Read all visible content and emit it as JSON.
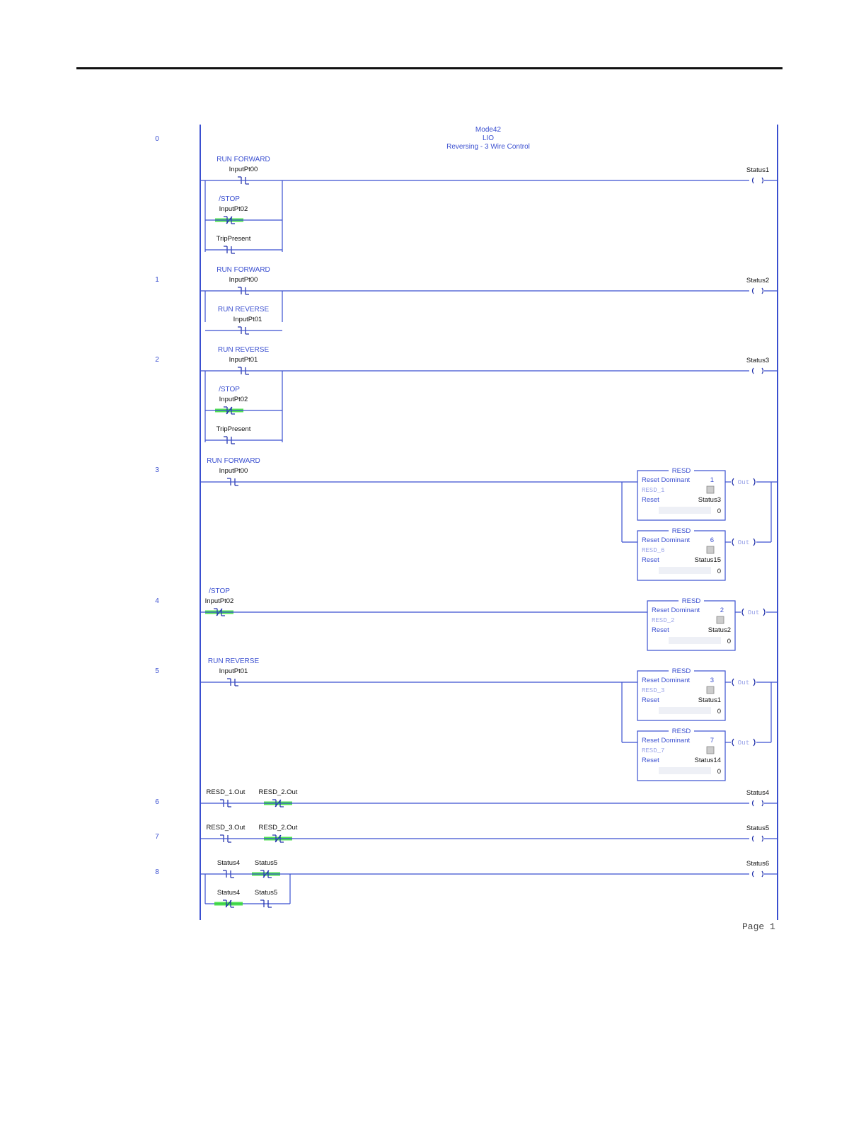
{
  "diagram": {
    "title_lines": [
      "Mode42",
      "LIO",
      "Reversing - 3 Wire Control"
    ],
    "page_label": "Page 1",
    "highlight_color": "#33dd33",
    "wire_color": "#3a4fd0",
    "rungs": [
      {
        "number": "0",
        "main_contact": {
          "desc": "RUN FORWARD",
          "tag": "InputPt00",
          "type": "XIC"
        },
        "branch_contacts": [
          {
            "desc": "/STOP",
            "tag": "InputPt02",
            "type": "XIO",
            "highlighted": true
          },
          {
            "desc": "",
            "tag": "TripPresent",
            "type": "XIC"
          }
        ],
        "coil": "Status1"
      },
      {
        "number": "1",
        "main_contact": {
          "desc": "RUN FORWARD",
          "tag": "InputPt00",
          "type": "XIC"
        },
        "branch_contacts": [
          {
            "desc": "RUN REVERSE",
            "tag": "InputPt01",
            "type": "XIC"
          }
        ],
        "coil": "Status2"
      },
      {
        "number": "2",
        "main_contact": {
          "desc": "RUN REVERSE",
          "tag": "InputPt01",
          "type": "XIC"
        },
        "branch_contacts": [
          {
            "desc": "/STOP",
            "tag": "InputPt02",
            "type": "XIO",
            "highlighted": true
          },
          {
            "desc": "",
            "tag": "TripPresent",
            "type": "XIC"
          }
        ],
        "coil": "Status3"
      },
      {
        "number": "3",
        "main_contact": {
          "desc": "RUN FORWARD",
          "tag": "InputPt00",
          "type": "XIC"
        },
        "blocks": [
          {
            "name": "RESD",
            "label": "Reset Dominant",
            "num": "1",
            "inst": "RESD_1",
            "reset_label": "Reset",
            "reset_tag": "Status3",
            "value": "0",
            "out": "Out"
          },
          {
            "name": "RESD",
            "label": "Reset Dominant",
            "num": "6",
            "inst": "RESD_6",
            "reset_label": "Reset",
            "reset_tag": "Status15",
            "value": "0",
            "out": "Out"
          }
        ]
      },
      {
        "number": "4",
        "main_contact": {
          "desc": "/STOP",
          "tag": "InputPt02",
          "type": "XIO",
          "highlighted": true
        },
        "blocks": [
          {
            "name": "RESD",
            "label": "Reset Dominant",
            "num": "2",
            "inst": "RESD_2",
            "reset_label": "Reset",
            "reset_tag": "Status2",
            "value": "0",
            "out": "Out"
          }
        ]
      },
      {
        "number": "5",
        "main_contact": {
          "desc": "RUN REVERSE",
          "tag": "InputPt01",
          "type": "XIC"
        },
        "blocks": [
          {
            "name": "RESD",
            "label": "Reset Dominant",
            "num": "3",
            "inst": "RESD_3",
            "reset_label": "Reset",
            "reset_tag": "Status1",
            "value": "0",
            "out": "Out"
          },
          {
            "name": "RESD",
            "label": "Reset Dominant",
            "num": "7",
            "inst": "RESD_7",
            "reset_label": "Reset",
            "reset_tag": "Status14",
            "value": "0",
            "out": "Out"
          }
        ]
      },
      {
        "number": "6",
        "series": [
          {
            "tag": "RESD_1.Out",
            "type": "XIC"
          },
          {
            "tag": "RESD_2.Out",
            "type": "XIO",
            "highlighted": true
          }
        ],
        "coil": "Status4"
      },
      {
        "number": "7",
        "series": [
          {
            "tag": "RESD_3.Out",
            "type": "XIC"
          },
          {
            "tag": "RESD_2.Out",
            "type": "XIO",
            "highlighted": true
          }
        ],
        "coil": "Status5"
      },
      {
        "number": "8",
        "series": [
          {
            "tag": "Status4",
            "type": "XIC"
          },
          {
            "tag": "Status5",
            "type": "XIO",
            "highlighted": true
          }
        ],
        "branch_series": [
          {
            "tag": "Status4",
            "type": "XIO",
            "highlighted": true
          },
          {
            "tag": "Status5",
            "type": "XIC"
          }
        ],
        "coil": "Status6"
      }
    ]
  }
}
